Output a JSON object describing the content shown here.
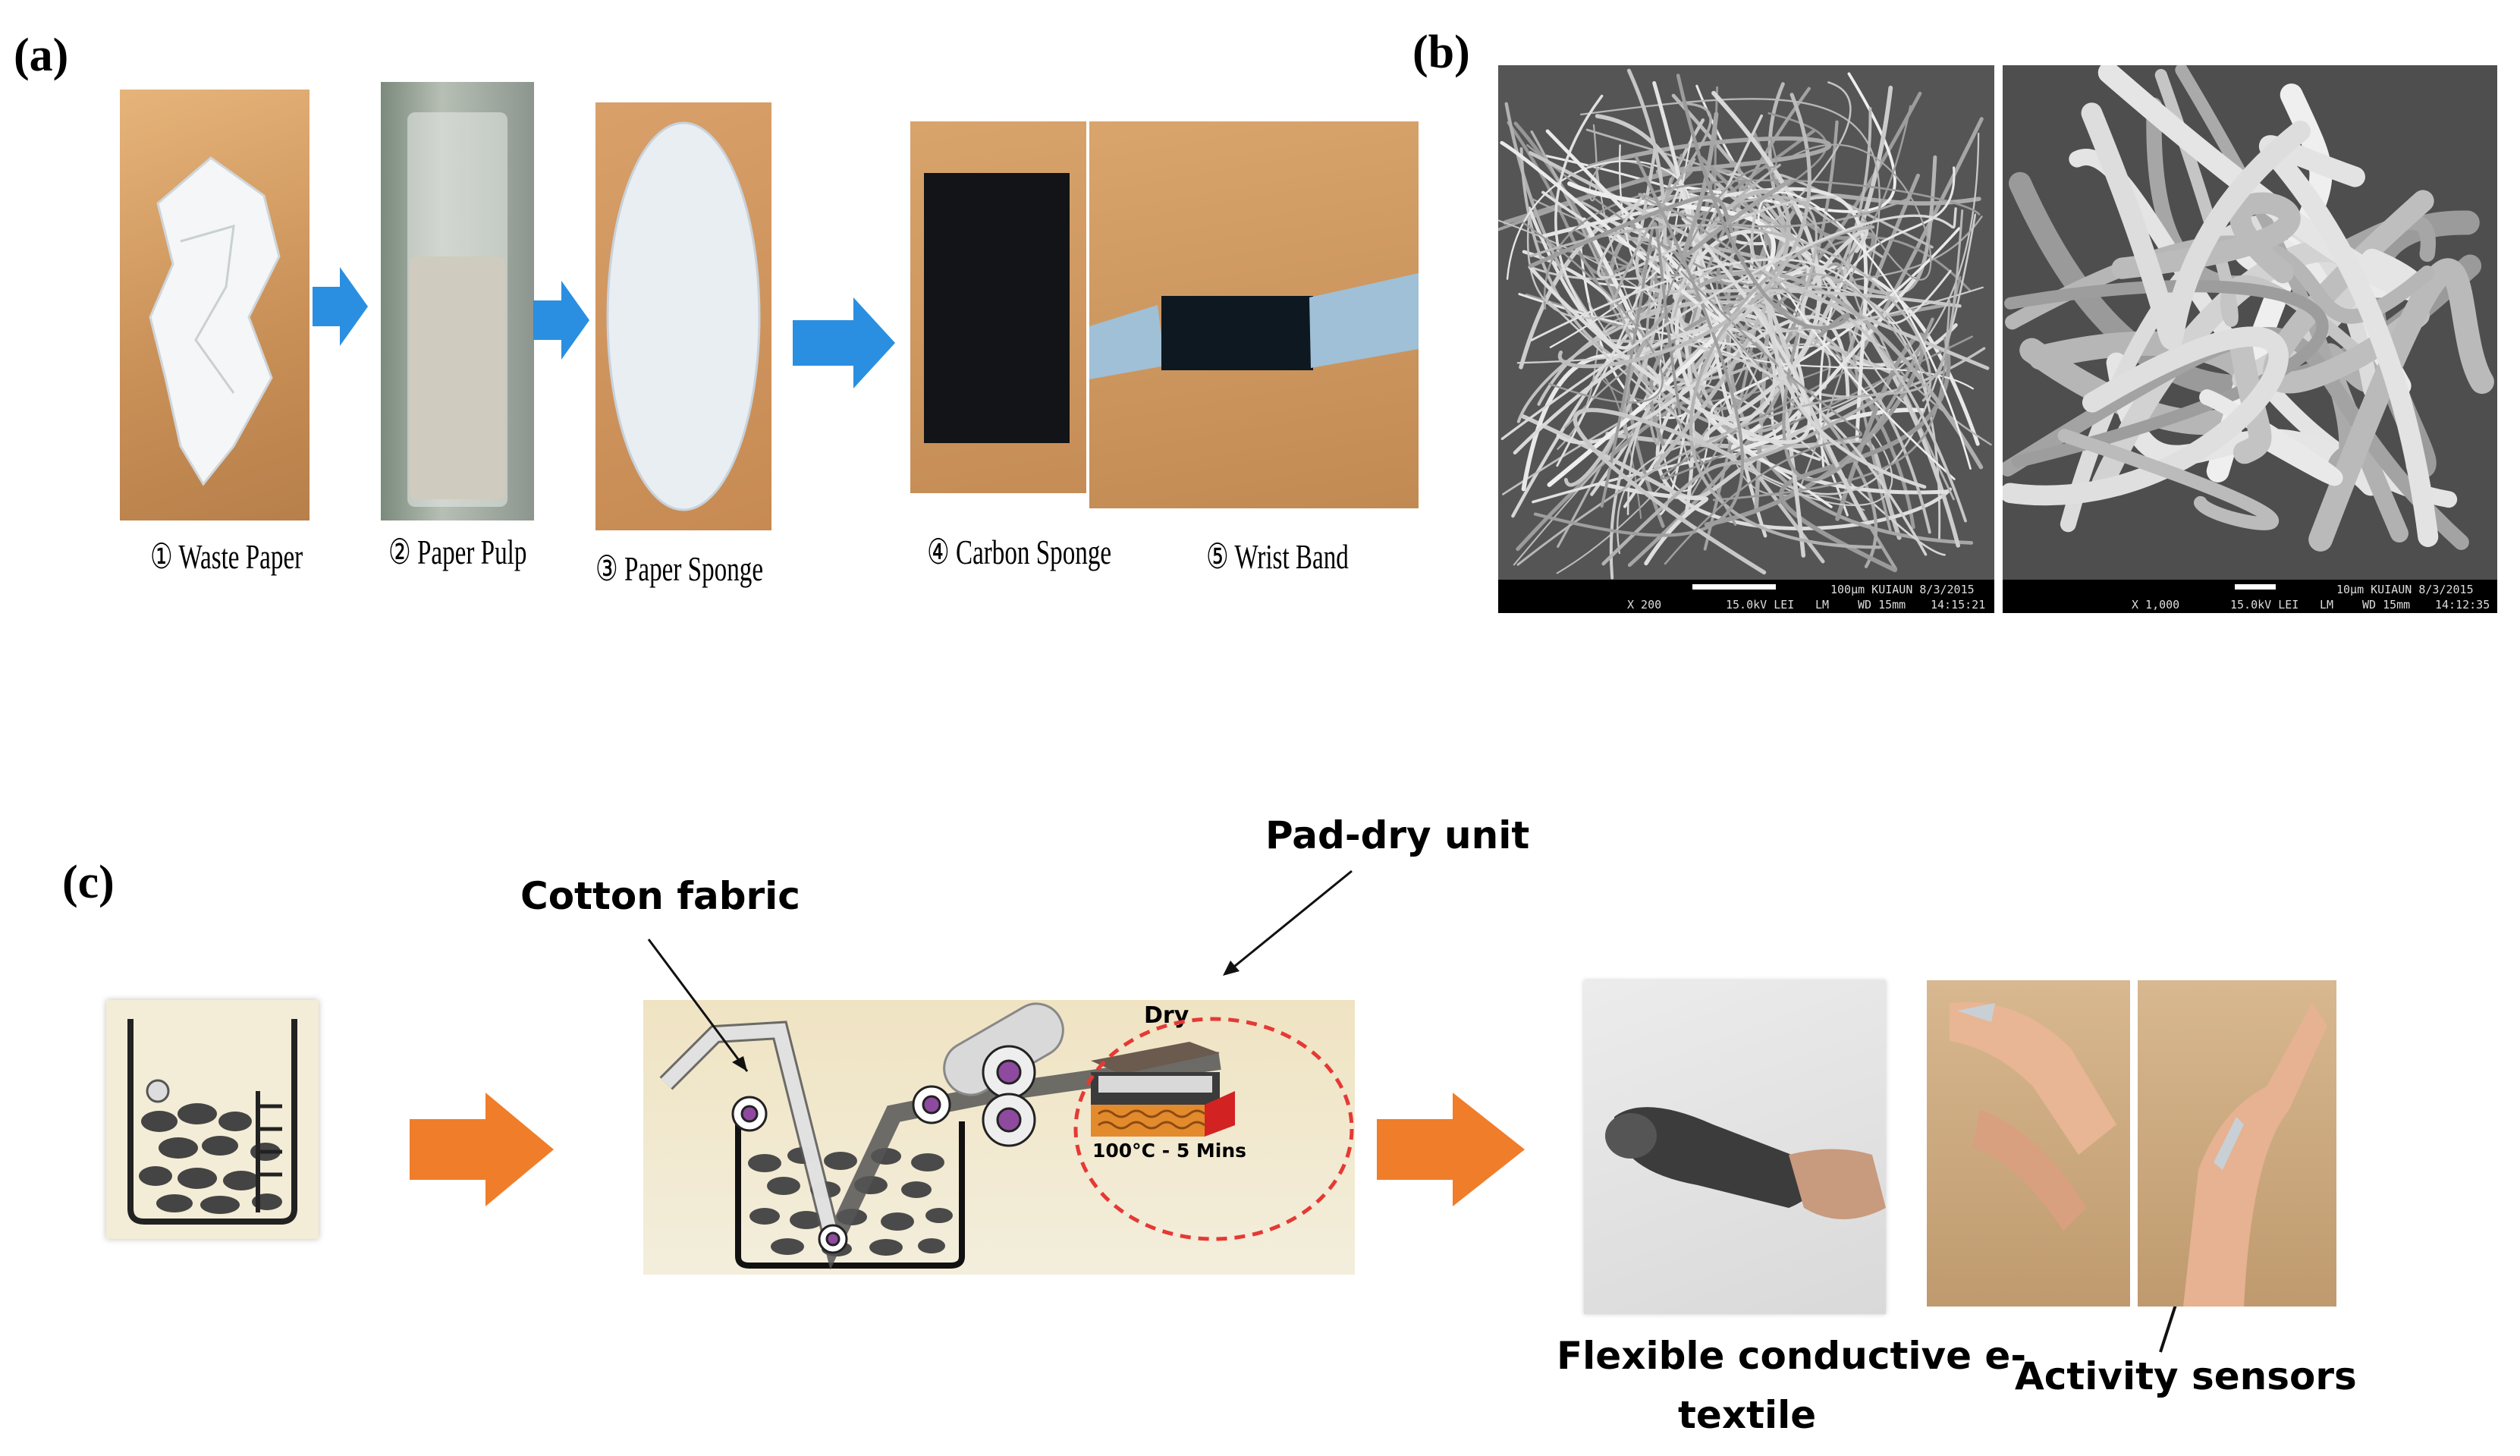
{
  "panel_labels": {
    "a": "(a)",
    "b": "(b)",
    "c": "(c)"
  },
  "panel_a": {
    "steps": [
      {
        "num": "①",
        "label": "Waste Paper"
      },
      {
        "num": "②",
        "label": "Paper Pulp"
      },
      {
        "num": "③",
        "label": "Paper Sponge"
      },
      {
        "num": "④",
        "label": "Carbon Sponge"
      },
      {
        "num": "⑤",
        "label": "Wrist Band"
      }
    ]
  },
  "panel_b": {
    "left_bar": {
      "scale": "100μm  KUIAUN    8/3/2015",
      "mag": "X 200",
      "kv": "15.0kV LEI",
      "mode": "LM",
      "wd": "WD 15mm",
      "time": "14:15:21"
    },
    "right_bar": {
      "scale": "10μm  KUIAUN    8/3/2015",
      "mag": "X 1,000",
      "kv": "15.0kV LEI",
      "mode": "LM",
      "wd": "WD 15mm",
      "time": "14:12:35"
    }
  },
  "panel_c": {
    "callouts": {
      "cotton_fabric": "Cotton fabric",
      "pad_dry_unit": "Pad-dry unit"
    },
    "machine": {
      "dry": "Dry",
      "temp": "100°C - 5 Mins"
    },
    "captions": {
      "etextile_line1": "Flexible conductive e-",
      "etextile_line2": "textile",
      "activity": "Activity sensors"
    }
  },
  "colors": {
    "blue_arrow": "#2a8fe0",
    "orange_arrow": "#f07d2a",
    "dash_red": "#e53935"
  }
}
